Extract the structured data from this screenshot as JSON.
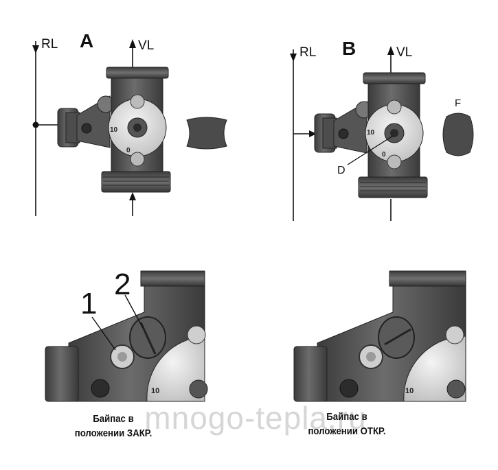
{
  "diagram_a": {
    "letter": "A",
    "return_label": "RL",
    "flow_label": "VL",
    "scale_max": "10",
    "scale_min": "0"
  },
  "diagram_b": {
    "letter": "B",
    "return_label": "RL",
    "flow_label": "VL",
    "scale_max": "10",
    "scale_min": "0",
    "callout_d": "D",
    "callout_f": "F"
  },
  "detail_closed": {
    "callout_1": "1",
    "callout_2": "2",
    "scale_value": "10",
    "caption_line1": "Байпас в",
    "caption_line2": "положении ЗАКР."
  },
  "detail_open": {
    "scale_value": "10",
    "caption_line1": "Байпас в",
    "caption_line2": "положении ОТКР."
  },
  "watermark": "mnogo-tepla.ru",
  "colors": {
    "body_dark": "#4a4a4a",
    "body_mid": "#6a6a6a",
    "disc_light": "#e6e6e6",
    "line": "#111111"
  }
}
